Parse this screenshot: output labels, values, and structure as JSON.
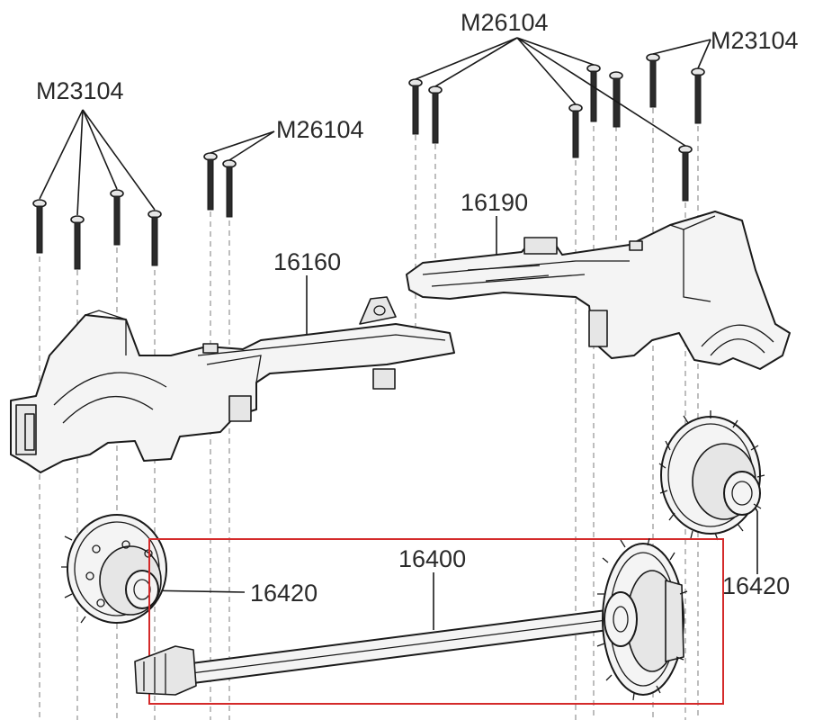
{
  "callouts": {
    "screw_left": "M23104",
    "screw_top_center": "M26104",
    "screw_mid": "M26104",
    "screw_top_right": "M23104",
    "chassis_rear": "16160",
    "chassis_front": "16190",
    "diff_right": "16420",
    "diff_left": "16420",
    "center_shaft": "16400"
  },
  "colors": {
    "highlight_box": "#d42a2a",
    "line_art": "#1a1a1a"
  }
}
